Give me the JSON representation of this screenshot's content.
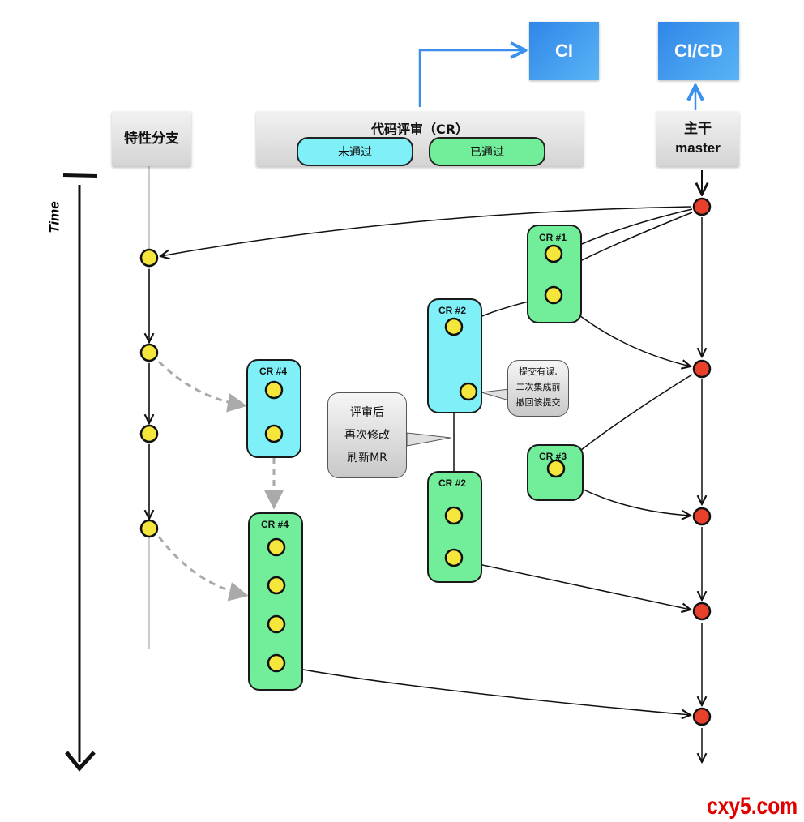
{
  "header": {
    "feature_branch": "特性分支",
    "code_review": "代码评审（CR）",
    "not_passed": "未通过",
    "passed": "已通过",
    "trunk_line1": "主干",
    "trunk_line2": "master",
    "ci": "CI",
    "cicd": "CI/CD"
  },
  "time_axis_label": "Time",
  "cr_boxes": [
    {
      "label": "CR #1",
      "status": "passed"
    },
    {
      "label": "CR #2",
      "status": "not_passed"
    },
    {
      "label": "CR #4",
      "status": "not_passed"
    },
    {
      "label": "CR #3",
      "status": "passed"
    },
    {
      "label": "CR #2",
      "status": "passed"
    },
    {
      "label": "CR #4",
      "status": "passed"
    }
  ],
  "notes": {
    "revert": [
      "提交有误,",
      "二次集成前",
      "撤回该提交"
    ],
    "refresh": [
      "评审后",
      "再次修改",
      "刷新MR"
    ]
  },
  "colors": {
    "not_passed": "#7ff0f8",
    "passed": "#72ee9a",
    "commit": "#f5e63c",
    "master_commit": "#e8402a",
    "ci_blue": "#3a90ec"
  },
  "watermark": "cxy5.com"
}
